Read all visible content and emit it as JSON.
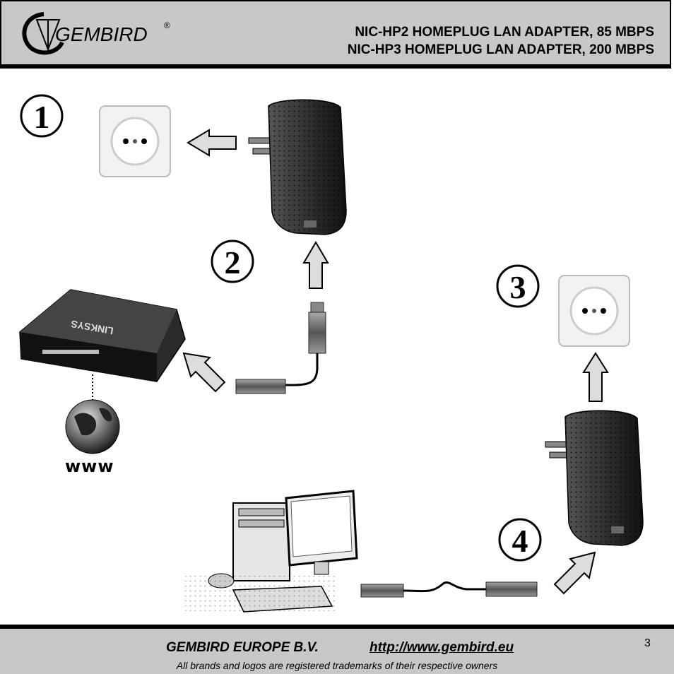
{
  "header": {
    "brand": "GEMBIRD",
    "registered": "®",
    "title_line_1": "NIC-HP2 HOMEPLUG LAN ADAPTER, 85 MBPS",
    "title_line_2": "NIC-HP3 HOMEPLUG LAN ADAPTER, 200 MBPS"
  },
  "diagram": {
    "steps": [
      "1",
      "2",
      "3",
      "4"
    ],
    "router_brand": "LINKSYS",
    "internet_label": "www"
  },
  "footer": {
    "company": "GEMBIRD EUROPE B.V.",
    "url": "http://www.gembird.eu",
    "trademark_note": "All brands and logos are registered trademarks of their respective owners",
    "page_number": "3"
  }
}
